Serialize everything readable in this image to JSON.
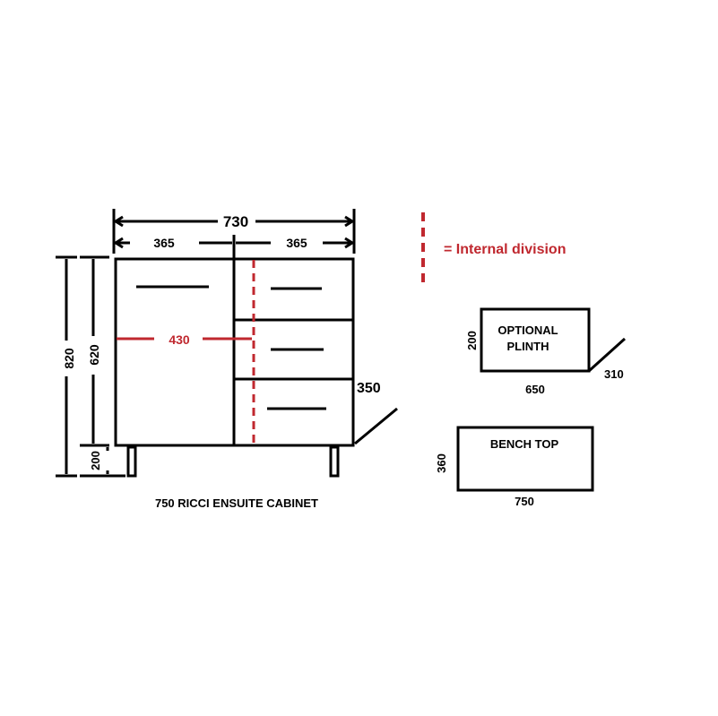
{
  "colors": {
    "ink": "#000000",
    "accent": "#c0282f",
    "background": "#ffffff"
  },
  "dimensions": {
    "overall_width": "730",
    "left_width": "365",
    "right_width": "365",
    "internal_depth": "430",
    "total_height": "820",
    "body_height": "620",
    "leg_height": "200",
    "depth": "350"
  },
  "legend": {
    "label": "= Internal division",
    "icon": "dashed-line-icon"
  },
  "plinth": {
    "label_line1": "OPTIONAL",
    "label_line2": "PLINTH",
    "height": "200",
    "width": "650",
    "depth": "310"
  },
  "bench_top": {
    "label": "BENCH TOP",
    "height": "360",
    "width": "750"
  },
  "cabinet": {
    "caption": "750 RICCI ENSUITE CABINET"
  }
}
